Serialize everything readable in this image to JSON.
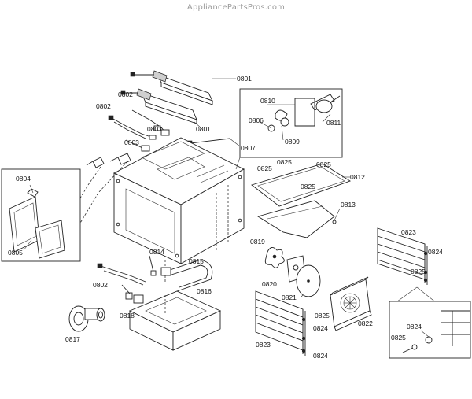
{
  "watermark": "AppliancePartsPros.com",
  "labels": {
    "l0801a": "0801",
    "l0801b": "0801",
    "l0802a": "0802",
    "l0802b": "0802",
    "l0802c": "0802",
    "l0803a": "0803",
    "l0803b": "0803",
    "l0804": "0804",
    "l0805": "0805",
    "l0806": "0806",
    "l0807": "0807",
    "l0809": "0809",
    "l0810": "0810",
    "l0811": "0811",
    "l0812": "0812",
    "l0813": "0813",
    "l0814": "0814",
    "l0815": "0815",
    "l0816": "0816",
    "l0817": "0817",
    "l0818": "0818",
    "l0819": "0819",
    "l0820": "0820",
    "l0821": "0821",
    "l0822": "0822",
    "l0823a": "0823",
    "l0823b": "0823",
    "l0824a": "0824",
    "l0824b": "0824",
    "l0824c": "0824",
    "l0824d": "0824",
    "l0825a": "0825",
    "l0825b": "0825",
    "l0825c": "0825",
    "l0825d": "0825",
    "l0825e": "0825",
    "l0825f": "0825",
    "l0825g": "0825"
  }
}
